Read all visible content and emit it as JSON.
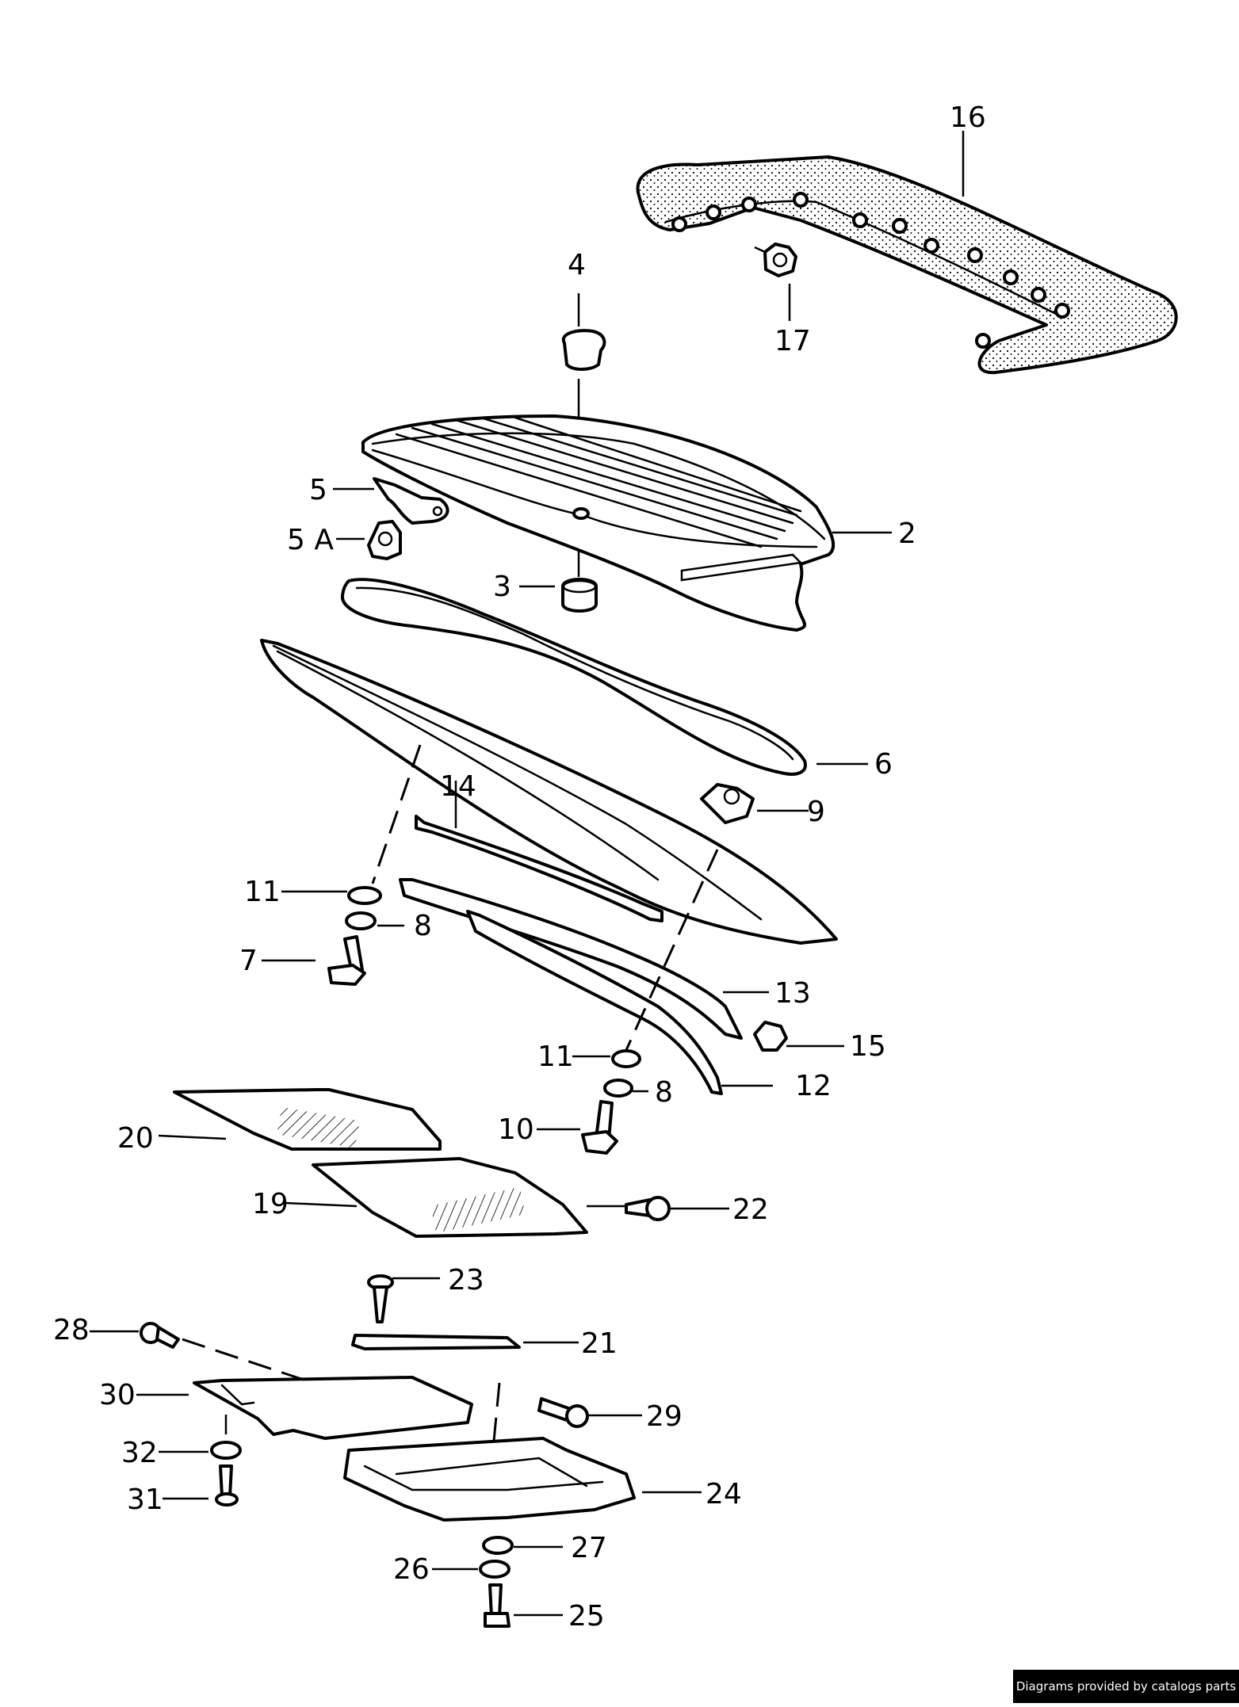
{
  "labels": [
    "16",
    "17",
    "4",
    "5",
    "5 A",
    "2",
    "3",
    "6",
    "9",
    "14",
    "11",
    "8",
    "7",
    "13",
    "15",
    "11",
    "8",
    "12",
    "10",
    "20",
    "19",
    "22",
    "23",
    "28",
    "21",
    "30",
    "29",
    "32",
    "24",
    "31",
    "27",
    "26",
    "25"
  ],
  "credit": "Diagrams provided by catalogs parts"
}
